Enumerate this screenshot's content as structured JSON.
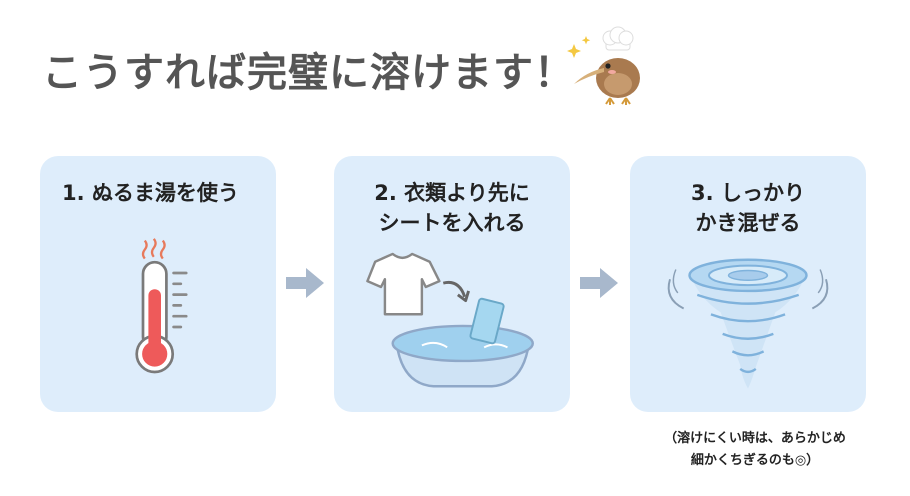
{
  "title": "こうすれば完璧に溶けます！",
  "steps": [
    {
      "lines": [
        "1. ぬるま湯を使う"
      ],
      "icon": "thermometer-icon"
    },
    {
      "lines": [
        "2. 衣類より先に",
        "シートを入れる"
      ],
      "icon": "tshirt-basin-icon"
    },
    {
      "lines": [
        "3. しっかり",
        "かき混ぜる"
      ],
      "icon": "whirlpool-icon"
    }
  ],
  "note": {
    "lines": [
      "（溶けにくい時は、あらかじめ",
      "細かくちぎるのも◎）"
    ]
  },
  "colors": {
    "card_bg": "#deedfb",
    "arrow": "#a8b8cc",
    "title": "#555555",
    "thermo_red": "#ee5a5a",
    "water": "#9fd0ee"
  }
}
